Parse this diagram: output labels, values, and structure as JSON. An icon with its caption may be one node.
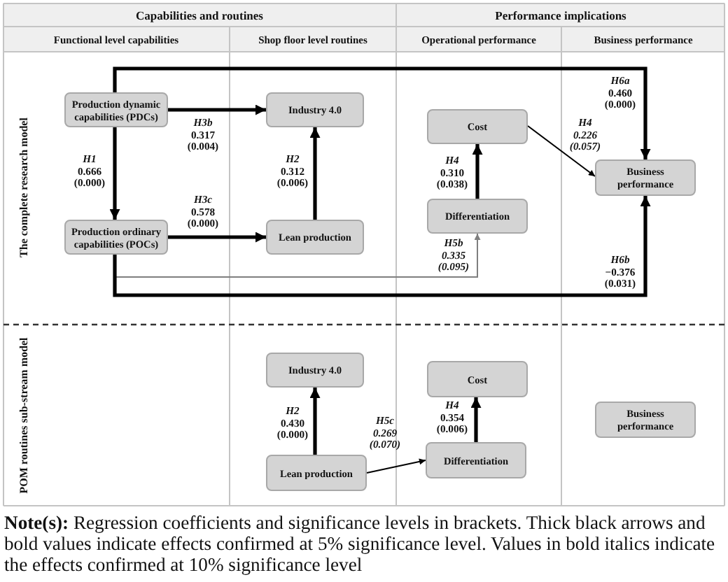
{
  "diagram": {
    "caption": "**Note(s):** Regression coefficients and significance levels in brackets. Thick black arrows and bold values indicate effects confirmed at 5% significance level. Values in bold italics indicate the effects confirmed at 10% significance level",
    "nodes": [
      {
        "text": [
          "Production dynamic capabilities (PDCs)"
        ]
      },
      {
        "text": [
          "Production ordinary capabilities (POCs)"
        ]
      },
      {
        "text": [
          "Industry 4.0"
        ]
      },
      {
        "text": [
          "Lean production"
        ]
      },
      {
        "text": [
          "Cost"
        ]
      },
      {
        "text": [
          "Differentiation"
        ]
      },
      {
        "text": [
          "Business performance"
        ]
      },
      {
        "text": [
          "Industry 4.0"
        ]
      },
      {
        "text": [
          "Lean production"
        ]
      },
      {
        "text": [
          "Cost"
        ]
      },
      {
        "text": [
          "Differentiation"
        ]
      },
      {
        "text": [
          "Business performance"
        ]
      }
    ],
    "edges": [
      {
        "from": 0,
        "to": 2,
        "arrow": "to",
        "label": "*H3b* 0.317 (0.004)"
      },
      {
        "from": 0,
        "to": 1,
        "arrow": "to",
        "label": "*H1* 0.666 (0.000)"
      },
      {
        "from": 1,
        "to": 3,
        "arrow": "to",
        "label": "*H3c* 0.578 (0.000)"
      },
      {
        "from": 3,
        "to": 2,
        "arrow": "to",
        "label": "*H2* 0.312 (0.006)"
      },
      {
        "from": 0,
        "to": 6,
        "arrow": "to",
        "label": "*H6a* 0.460 (0.000)"
      },
      {
        "from": 4,
        "to": 6,
        "arrow": "to",
        "label": "H4 0.226 (0.057)"
      },
      {
        "from": 5,
        "to": 4,
        "arrow": "to",
        "label": "*H4* 0.310 (0.038)"
      },
      {
        "from": 1,
        "to": 5,
        "arrow": "to",
        "label": "H5b 0.335 (0.095)",
        "color": "#7f7f7f"
      },
      {
        "from": 1,
        "to": 6,
        "arrow": "to",
        "label": "*H6b* −0.376 (0.031)"
      },
      {
        "from": 8,
        "to": 7,
        "arrow": "to",
        "label": "*H2* 0.430 (0.000)"
      },
      {
        "from": 8,
        "to": 10,
        "arrow": "to",
        "label": "H5c 0.269 (0.070)"
      },
      {
        "from": 10,
        "to": 9,
        "arrow": "to",
        "label": "*H4* 0.354 (0.006)"
      }
    ],
    "labels": [
      "Capabilities and routines",
      "Performance implications",
      "Functional level capabilities",
      "Shop floor level routines",
      "Operational performance",
      "Business performance",
      "The complete research model",
      "POM routines sub-stream model"
    ]
  }
}
